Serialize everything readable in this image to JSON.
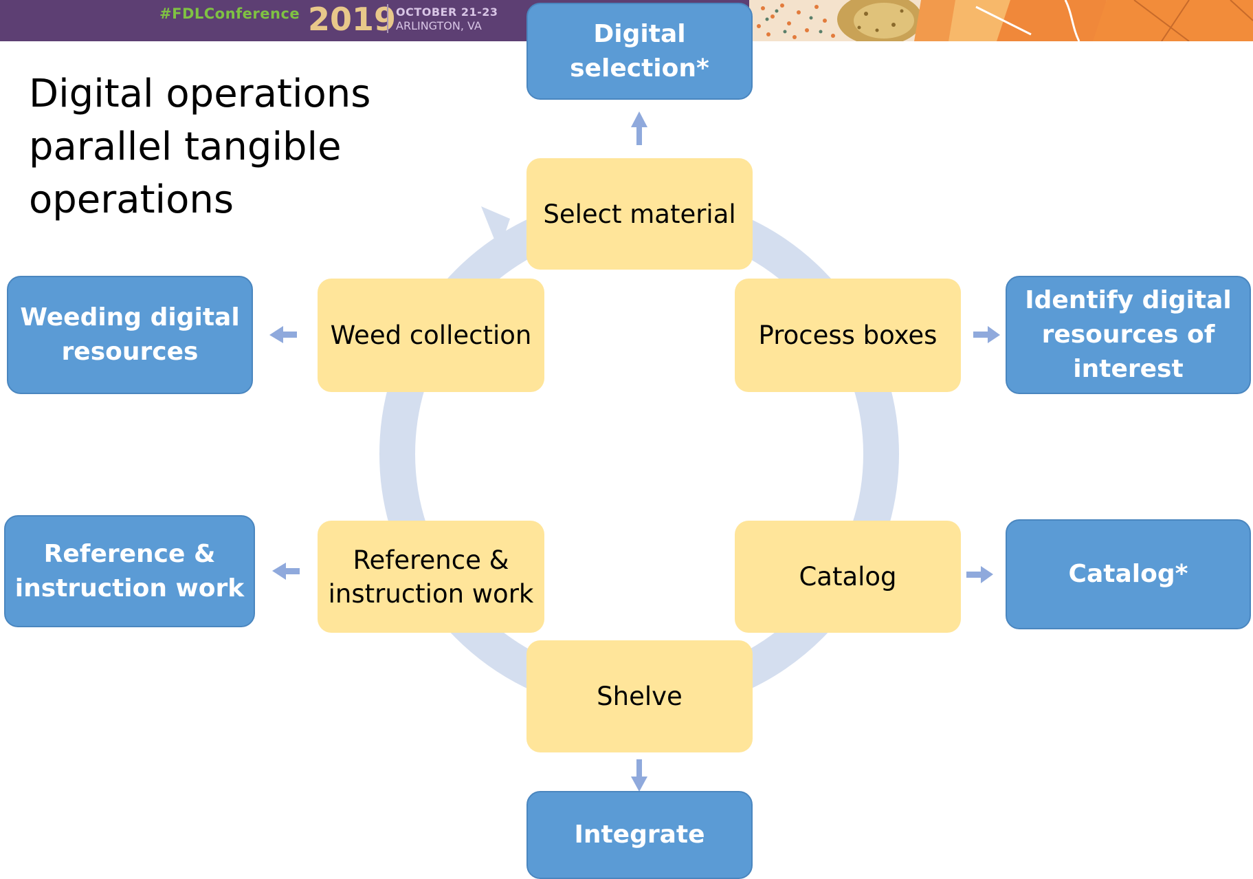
{
  "banner": {
    "hashtag": "#FDLConference",
    "year": "2019",
    "dates": "OCTOBER 21-23",
    "location": "ARLINGTON, VA"
  },
  "title": {
    "line1": "Digital operations",
    "line2": "parallel tangible",
    "line3": "operations"
  },
  "cycle": {
    "select_material": "Select material",
    "process_boxes": "Process boxes",
    "catalog": "Catalog",
    "shelve": "Shelve",
    "reference": "Reference &\ninstruction work",
    "weed_collection": "Weed collection"
  },
  "digital": {
    "digital_selection": "Digital\nselection*",
    "identify_digital": "Identify digital\nresources of\ninterest",
    "catalog": "Catalog*",
    "integrate": "Integrate",
    "reference": "Reference &\ninstruction work",
    "weeding": "Weeding digital\nresources"
  },
  "colors": {
    "tangible_fill": "#ffe59a",
    "digital_fill": "#5b9bd5",
    "cycle_ring": "#d4deef",
    "connector_arrow": "#8fa9dc",
    "banner": "#5d3f73"
  }
}
